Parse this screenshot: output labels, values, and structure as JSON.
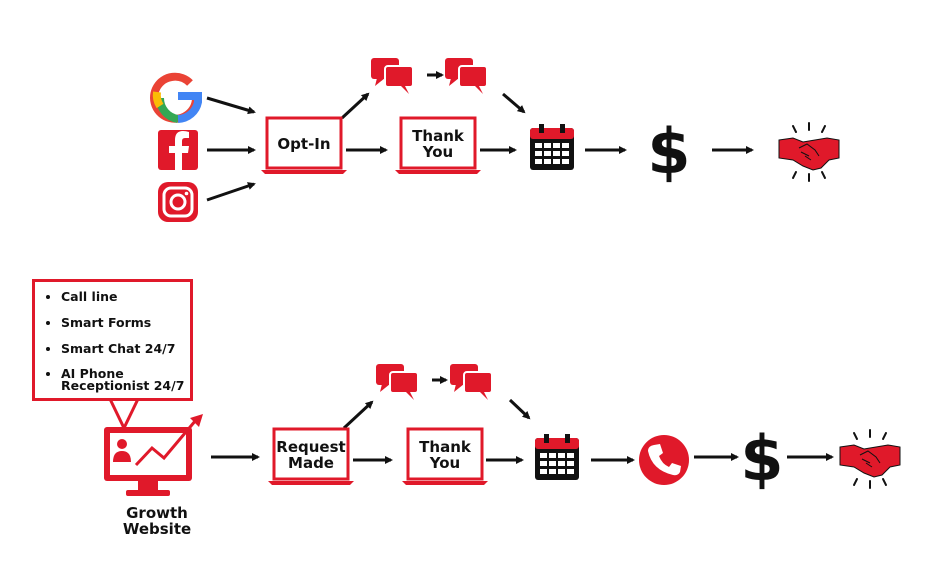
{
  "colors": {
    "red": "#e0192a",
    "dark": "#111111",
    "white": "#ffffff"
  },
  "top_row": {
    "sources": [
      {
        "icon": "google-icon"
      },
      {
        "icon": "facebook-icon"
      },
      {
        "icon": "instagram-icon"
      }
    ],
    "optin_label": "Opt-In",
    "thankyou_line1": "Thank",
    "thankyou_line2": "You",
    "steps": [
      "chat-bubbles-icon",
      "chat-bubbles-icon",
      "calendar-icon",
      "dollar-icon",
      "handshake-icon"
    ]
  },
  "bottom_row": {
    "callout_items": [
      "Call line",
      "Smart Forms",
      "Smart Chat 24/7",
      "AI Phone",
      "Receptionist 24/7"
    ],
    "website_line1": "Growth",
    "website_line2": "Website",
    "request_line1": "Request",
    "request_line2": "Made",
    "thankyou_line1": "Thank",
    "thankyou_line2": "You",
    "steps": [
      "chat-bubbles-icon",
      "chat-bubbles-icon",
      "calendar-icon",
      "phone-icon",
      "dollar-icon",
      "handshake-icon"
    ]
  }
}
